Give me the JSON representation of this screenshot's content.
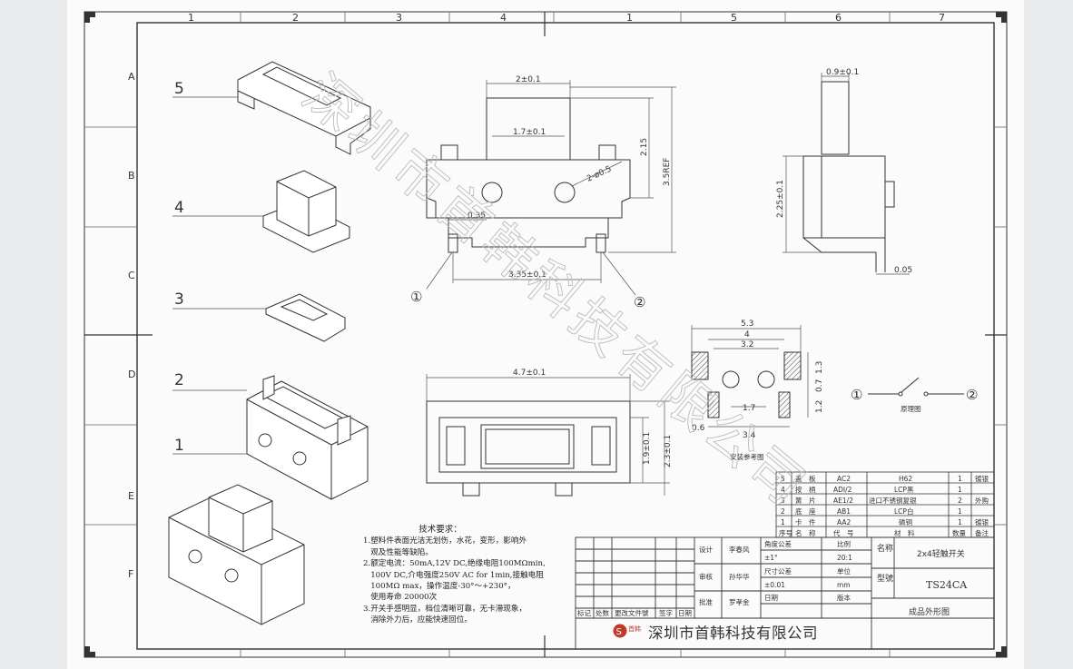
{
  "sheet": {
    "col_numbers": [
      "1",
      "2",
      "3",
      "4",
      "1",
      "5",
      "6",
      "7"
    ],
    "row_letters": [
      "A",
      "B",
      "C",
      "D",
      "E",
      "F"
    ]
  },
  "exploded_view": {
    "part_labels": [
      "5",
      "4",
      "3",
      "2",
      "1"
    ]
  },
  "front_view": {
    "dim_top_width": "2±0.1",
    "dim_inner_width": "1.7±0.1",
    "dim_hole": "2-ø0.5",
    "dim_height_stem": "2.15",
    "dim_height_total": "3.5REF",
    "dim_terminal": "0.35",
    "dim_terminal_pitch": "3.35±0.1",
    "terminal_labels": [
      "①",
      "②"
    ]
  },
  "side_view": {
    "dim_width": "0.9±0.1",
    "dim_height": "2.25±0.1",
    "dim_lead": "0.05"
  },
  "bottom_view": {
    "dim_width": "4.7±0.1",
    "dim_height_a": "1.9±0.1",
    "dim_height_b": "2.3±0.1"
  },
  "pcb_layout": {
    "dims": [
      "5.3",
      "4",
      "3.2",
      "1.3",
      "0.7",
      "1.2",
      "1.7",
      "3.4",
      "0.6"
    ],
    "caption": "安装参考图"
  },
  "schematic": {
    "left": "①",
    "right": "②",
    "caption": "原理图"
  },
  "bom": {
    "rows": [
      {
        "no": "5",
        "name": "盖　板",
        "code": "AC2",
        "material": "H62",
        "qty": "1",
        "note": "镀银"
      },
      {
        "no": "4",
        "name": "按　柄",
        "code": "ADI/2",
        "material": "LCP黑",
        "qty": "1",
        "note": ""
      },
      {
        "no": "3",
        "name": "簧　片",
        "code": "AE1/2",
        "material": "进口不锈钢复银",
        "qty": "2",
        "note": "外购"
      },
      {
        "no": "2",
        "name": "底　座",
        "code": "AB1",
        "material": "LCP白",
        "qty": "1",
        "note": ""
      },
      {
        "no": "1",
        "name": "卡　件",
        "code": "AA2",
        "material": "磷铜",
        "qty": "1",
        "note": "镀银"
      }
    ],
    "header": {
      "no": "序号",
      "name": "名　称",
      "code": "代　号",
      "material": "材　料",
      "qty": "数量",
      "note": "备注"
    }
  },
  "requirements": {
    "title": "技术要求：",
    "lines": [
      "1.塑料件表面光洁无划伤，水花，变形，影响外",
      "   观及性能等缺陷。",
      "2.额定电流：50mA,12V DC,绝缘电阻100MΩmin,",
      "   100V DC,介电强度250V AC for 1min,接触电阻",
      "   100MΩ max，操作温度-30°～+230°，",
      "   使用寿命 20000次",
      "3.开关手感明显，档位清晰可靠，无卡滞现象，",
      "   消除外力后，应能快速回位。"
    ]
  },
  "title_block": {
    "design_label": "设计",
    "design_name": "李春风",
    "review_label": "审核",
    "review_name": "孙华华",
    "approve_label": "批准",
    "approve_name": "罗孝金",
    "angle_tol_label": "角度公差",
    "angle_tol_value": "±1°",
    "scale_label": "比例",
    "scale_value": "20:1",
    "size_tol_label": "尺寸公差",
    "size_tol_value": "±0.01",
    "unit_label": "单位",
    "unit_value": "mm",
    "date_label": "日期",
    "version_label": "版本",
    "name_label": "名称",
    "name_value": "2x4轻触开关",
    "model_label": "型號",
    "model_value": "TS24CA",
    "drawing_title": "成品外形图",
    "rev_headers": [
      "标记",
      "处数",
      "更改文件號",
      "签字",
      "日期"
    ],
    "company": "深圳市首韩科技有限公司",
    "logo_text": "首韩"
  },
  "watermark": "深圳市首韩科技有限公司"
}
